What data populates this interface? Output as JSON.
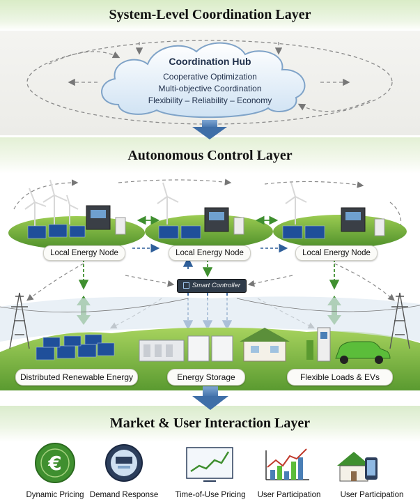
{
  "layers": {
    "system": "System-Level Coordination Layer",
    "autonomous": "Autonomous Control Layer",
    "market": "Market & User Interaction Layer"
  },
  "hub": {
    "title": "Coordination Hub",
    "lines": [
      "Cooperative Optimization",
      "Multi-objective Coordination",
      "Flexibility – Reliability – Economy"
    ]
  },
  "nodes": [
    "Local Energy Node",
    "Local Energy Node",
    "Local Energy Node"
  ],
  "controller": "Smart Controller",
  "resources": [
    "Distributed Renewable Energy",
    "Energy Storage",
    "Flexible Loads & EVs"
  ],
  "market_items": [
    {
      "label": "Dynamic Pricing",
      "icon": "euro-coin-icon"
    },
    {
      "label": "Demand Response",
      "icon": "smart-meter-icon"
    },
    {
      "label": "Time-of-Use Pricing",
      "icon": "price-chart-icon"
    },
    {
      "label": "User Participation",
      "icon": "bar-chart-icon"
    },
    {
      "label": "User Participation",
      "icon": "smart-home-icon"
    }
  ],
  "colors": {
    "green": "#3f8f2f",
    "blue_arrow": "#4a7fb6",
    "navy": "#1f2f4a",
    "panel_blue": "#1f4f9a"
  }
}
